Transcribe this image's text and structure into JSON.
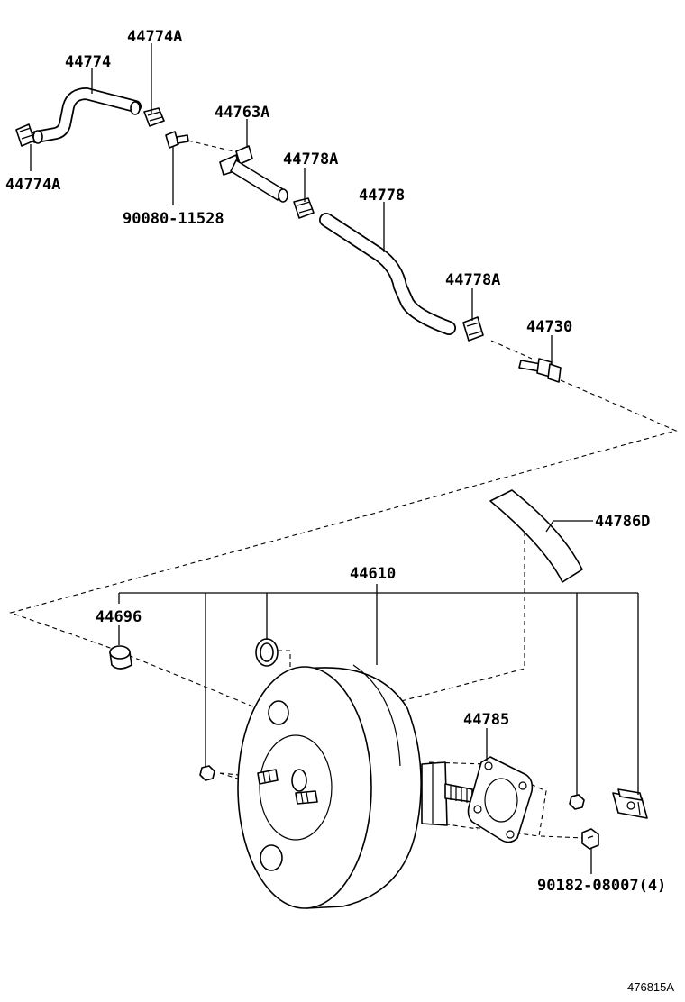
{
  "labels": {
    "p44774A_top": "44774A",
    "p44774": "44774",
    "p44774A_left": "44774A",
    "p44763A": "44763A",
    "p90080": "90080-11528",
    "p44778A_top": "44778A",
    "p44778": "44778",
    "p44778A_mid": "44778A",
    "p44730": "44730",
    "p44786D": "44786D",
    "p44610": "44610",
    "p44696": "44696",
    "p44785": "44785",
    "p90182": "90182-08007(4)"
  },
  "reference_code": "476815A",
  "colors": {
    "line": "#000000",
    "background": "#ffffff"
  }
}
